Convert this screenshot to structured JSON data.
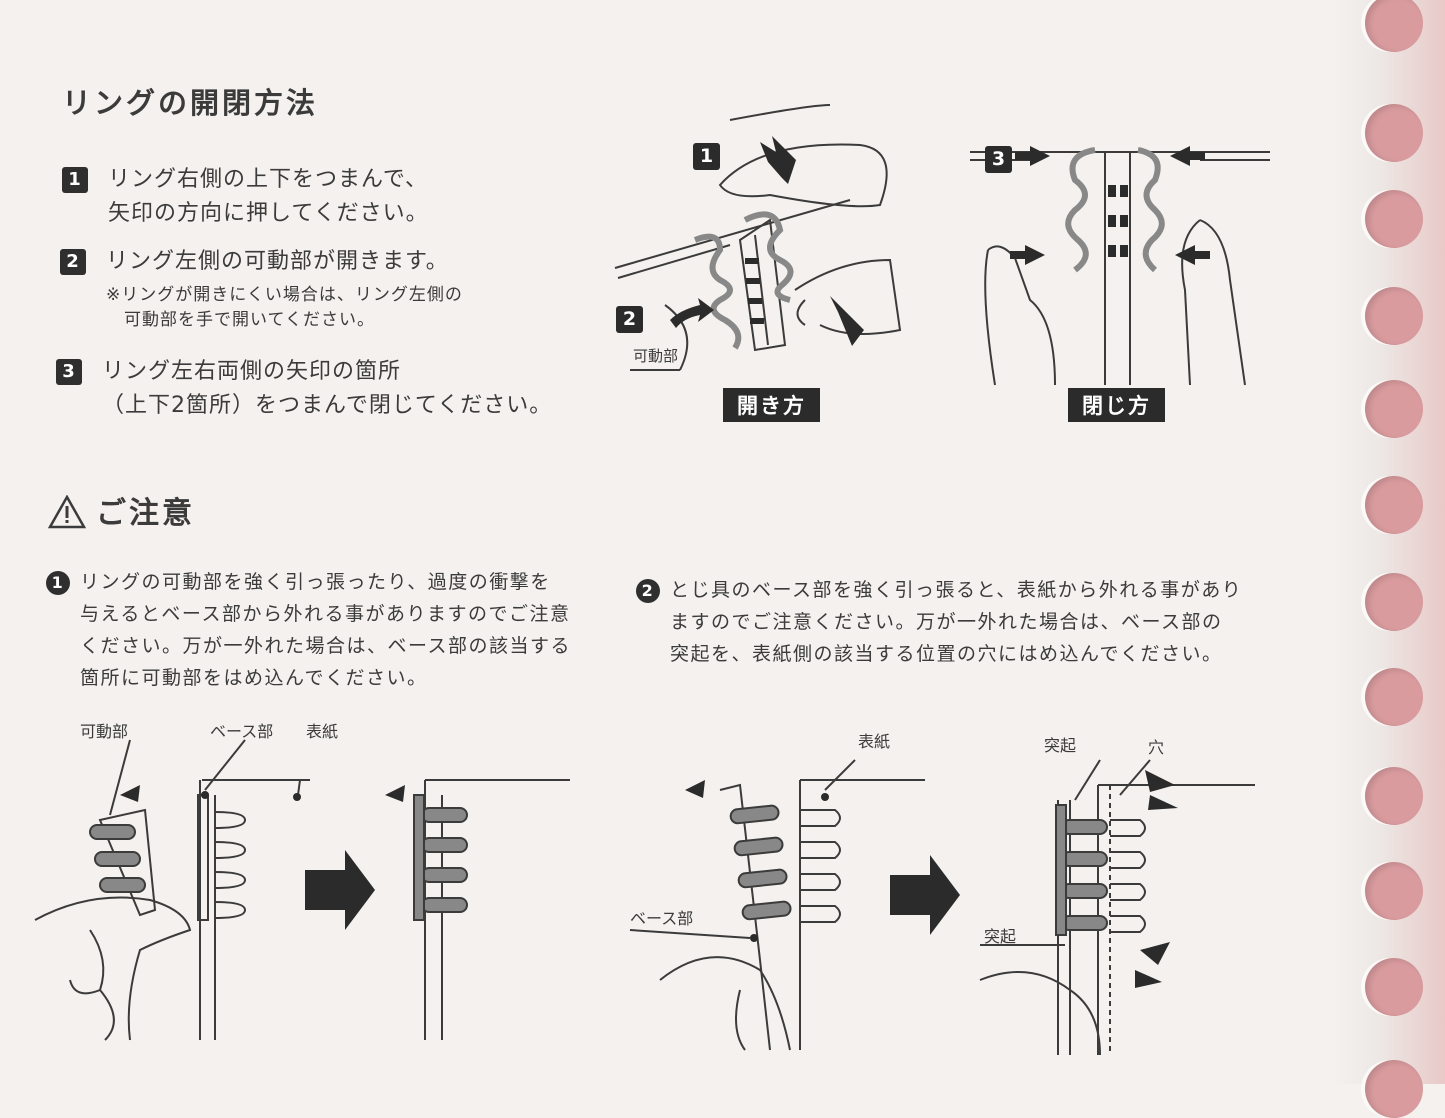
{
  "title": "リングの開閉方法",
  "steps": [
    {
      "num": "1",
      "line1": "リング右側の上下をつまんで、",
      "line2": "矢印の方向に押してください。"
    },
    {
      "num": "2",
      "line1": "リング左側の可動部が開きます。",
      "note1": "※リングが開きにくい場合は、リング左側の",
      "note2": "可動部を手で開いてください。"
    },
    {
      "num": "3",
      "line1": "リング左右両側の矢印の箇所",
      "line2": "（上下2箇所）をつまんで閉じてください。"
    }
  ],
  "open_diagram": {
    "badge": "開き方",
    "num1": "1",
    "num2": "2",
    "label_movable": "可動部"
  },
  "close_diagram": {
    "badge": "閉じ方",
    "num3": "3"
  },
  "caution": {
    "title": "ご注意",
    "items": [
      {
        "num": "1",
        "lines": [
          "リングの可動部を強く引っ張ったり、過度の衝撃を",
          "与えるとベース部から外れる事がありますのでご注意",
          "ください。万が一外れた場合は、ベース部の該当する",
          "箇所に可動部をはめ込んでください。"
        ]
      },
      {
        "num": "2",
        "lines": [
          "とじ具のベース部を強く引っ張ると、表紙から外れる事があり",
          "ますのでご注意ください。万が一外れた場合は、ベース部の",
          "突起を、表紙側の該当する位置の穴にはめ込んでください。"
        ]
      }
    ]
  },
  "fig_labels": {
    "movable": "可動部",
    "base": "ベース部",
    "cover": "表紙",
    "cover2": "表紙",
    "base2": "ベース部",
    "protrusion_top": "突起",
    "hole": "穴",
    "protrusion_bottom": "突起"
  },
  "colors": {
    "paper": "#f4f1ee",
    "ink": "#3b3b3b",
    "hole": "#d99b9e",
    "badge": "#2b2b2b"
  }
}
